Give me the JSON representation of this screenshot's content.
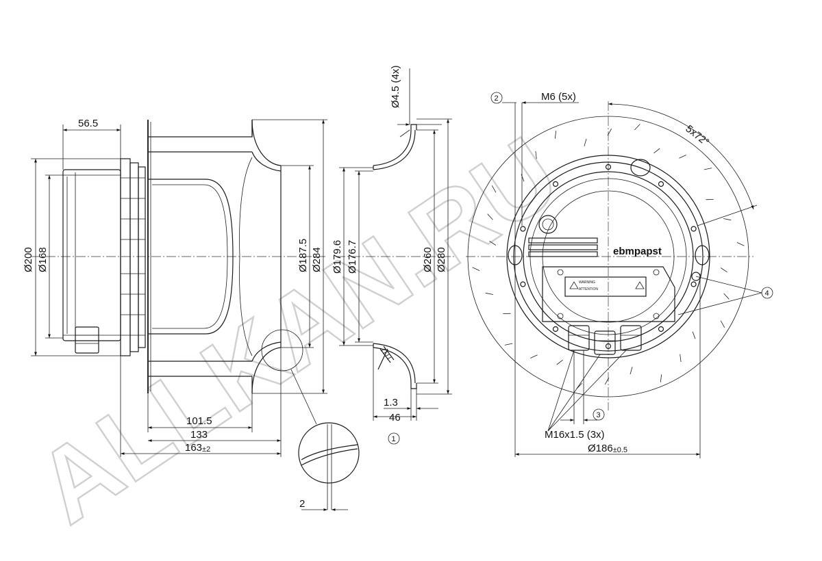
{
  "watermark": "ALLKAN.RU",
  "brand": {
    "name": "ebmpapst"
  },
  "label": {
    "line1": "WARNING",
    "line2": "ATTENTION"
  },
  "side_view": {
    "dims": {
      "top_offset": "56.5",
      "dia_outer": "Ø200",
      "dia_inner": "Ø168",
      "dia_187": "Ø187.5",
      "dia_284": "Ø284",
      "len_101": "101.5",
      "len_133": "133",
      "len_163": "163",
      "len_163_tol": "±2",
      "detail_2": "2"
    }
  },
  "ring_view": {
    "dims": {
      "hole": "Ø4.5 (4x)",
      "dia_179": "Ø179.6",
      "dia_176": "Ø176.7",
      "dia_260": "Ø260",
      "dia_280": "Ø280",
      "t_1_3": "1.3",
      "t_46": "46"
    },
    "callout": "1"
  },
  "front_view": {
    "dims": {
      "thread": "M6 (5x)",
      "angle": "5x72°",
      "glands": "M16x1.5 (3x)",
      "dia_186": "Ø186",
      "dia_186_tol": "±0.5"
    },
    "callouts": {
      "c2": "2",
      "c3": "3",
      "c4": "4"
    }
  }
}
